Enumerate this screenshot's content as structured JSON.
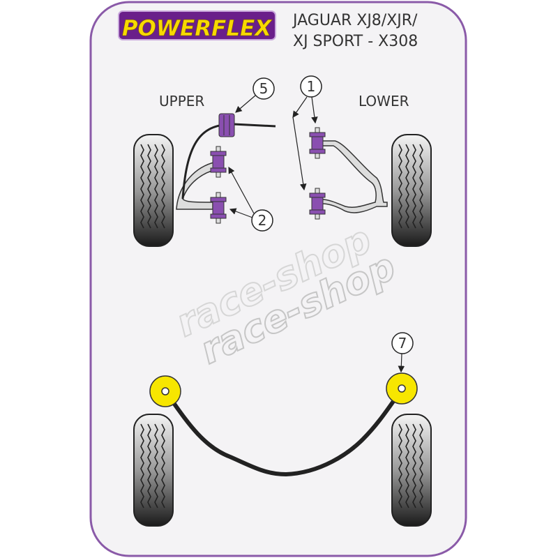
{
  "logo": {
    "text": "POWERFLEX"
  },
  "title": {
    "line1": "JAGUAR XJ8/XJR/",
    "line2": "XJ SPORT - X308"
  },
  "sections": {
    "upper": "UPPER",
    "lower": "LOWER"
  },
  "callouts": {
    "c5": "5",
    "c1": "1",
    "c2": "2",
    "c7": "7"
  },
  "watermark": {
    "text": "race-shop"
  },
  "colors": {
    "frame": "#8a5aa8",
    "bush": "#8a4fb0",
    "yellow": "#f7e600",
    "logo_bg": "#6a1f8a"
  }
}
